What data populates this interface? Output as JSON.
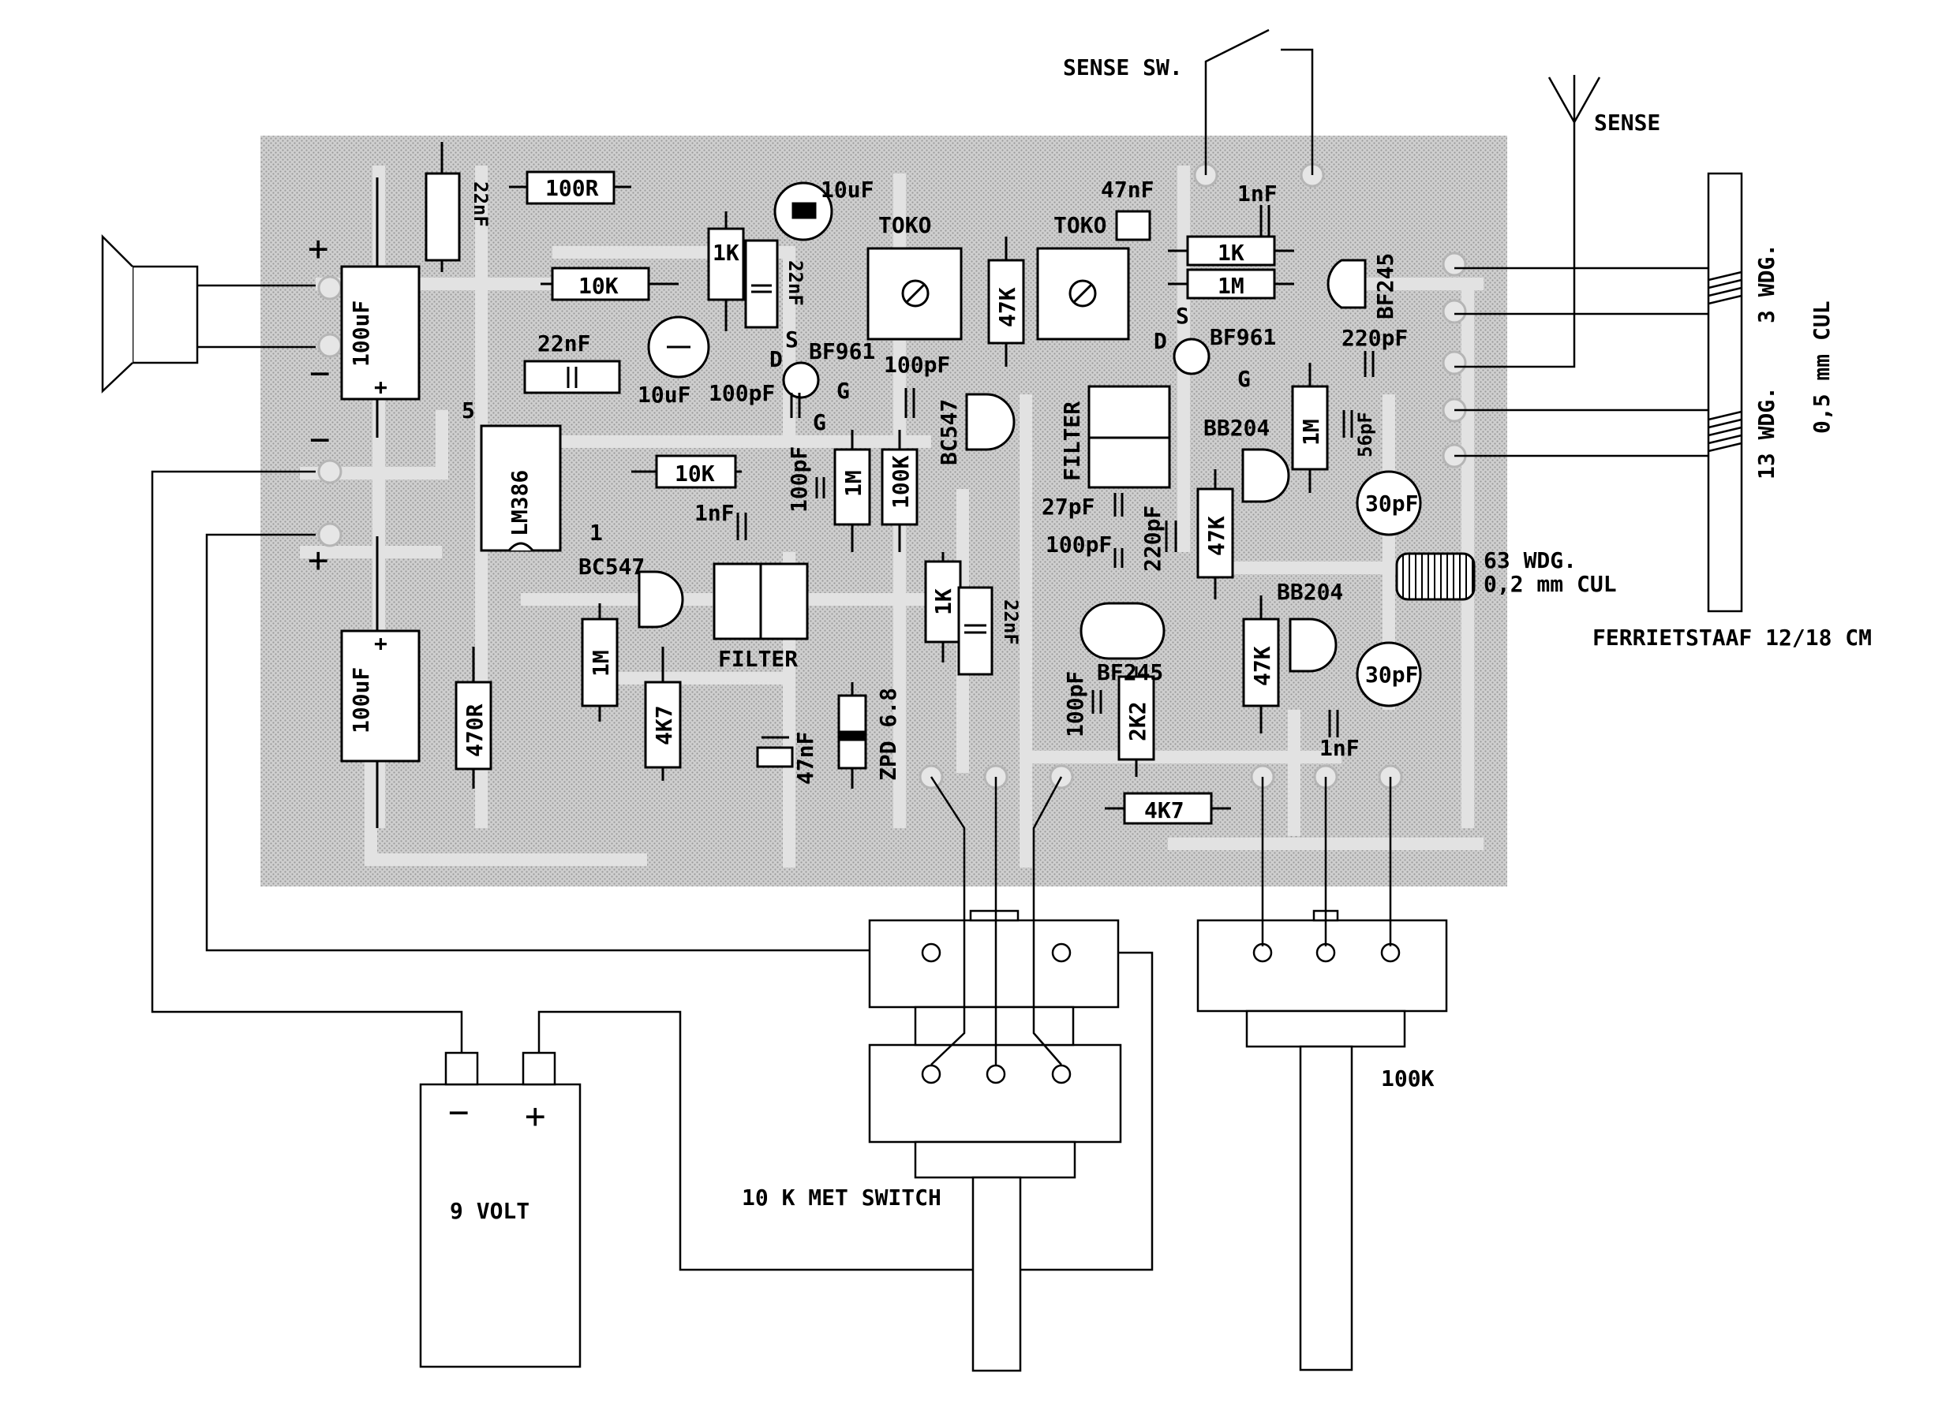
{
  "diagram": {
    "colors": {
      "ink": "#000000",
      "board": "#c8c8c8",
      "trace": "#a9a9a9",
      "paper": "#ffffff"
    },
    "pcb_labels": {
      "r100": "100R",
      "c22a": "22nF",
      "c100uf_top": "100uF",
      "r10k_top": "10K",
      "c22b": "22nF",
      "c10uf_left": "10uF",
      "lm": "LM386",
      "pin5": "5",
      "pin1": "1",
      "r10k_mid": "10K",
      "r1k_a": "1K",
      "c22c": "22nF",
      "c10uf_top": "10uF",
      "toko_a": "TOKO",
      "bf961_a": "BF961",
      "s_a": "S",
      "d_a": "D",
      "g_a1": "G",
      "g_a2": "G",
      "c100pf_a": "100pF",
      "c100pf_b": "100pF",
      "c100pf_c": "100pF",
      "r1m_a": "1M",
      "r100k": "100K",
      "bc547_a": "BC547",
      "c1nf_a": "1nF",
      "bc547_b": "BC547",
      "filter_a": "FILTER",
      "r1m_b": "1M",
      "r4k7_a": "4K7",
      "c47nf_a": "47nF",
      "zpd": "ZPD 6.8",
      "r1k_b": "1K",
      "c22d": "22nF",
      "c100uf_bot": "100uF",
      "r470": "470R",
      "r47k_a": "47K",
      "toko_b": "TOKO",
      "c47nf_b": "47nF",
      "c1nf_b": "1nF",
      "r1k_c": "1K",
      "r1m_c": "1M",
      "bf245_a": "BF245",
      "bf961_b": "BF961",
      "s_b": "S",
      "d_b": "D",
      "g_b": "G",
      "c220pf_a": "220pF",
      "filter_b": "FILTER",
      "r1m_d": "1M",
      "c56pf": "56pF",
      "bb204_a": "BB204",
      "c27pf": "27pF",
      "c220pf_b": "220pF",
      "r47k_b": "47K",
      "c30pf_a": "30pF",
      "c100pf_d": "100pF",
      "bf245_b": "BF245",
      "bb204_b": "BB204",
      "r47k_c": "47K",
      "c30pf_b": "30pF",
      "c100pf_e": "100pF",
      "r2k2": "2K2",
      "c1nf_c": "1nF",
      "r4k7_b": "4K7",
      "plus1": "+",
      "minus1": "−",
      "minus2": "−",
      "plus2": "+",
      "cap_plus_a": "+",
      "cap_plus_b": "+"
    },
    "external_labels": {
      "sense_sw": "SENSE SW.",
      "sense": "SENSE",
      "wdg3": "3 WDG.",
      "wdg13": "13 WDG.",
      "cul05": "0,5 mm CUL",
      "wdg63": "63 WDG.",
      "cul02": "0,2 mm CUL",
      "ferriet": "FERRIETSTAAF 12/18 CM",
      "pot100k": "100K",
      "pot10k": "10 K MET SWITCH",
      "battery": "9 VOLT",
      "bat_minus": "−",
      "bat_plus": "+"
    }
  }
}
